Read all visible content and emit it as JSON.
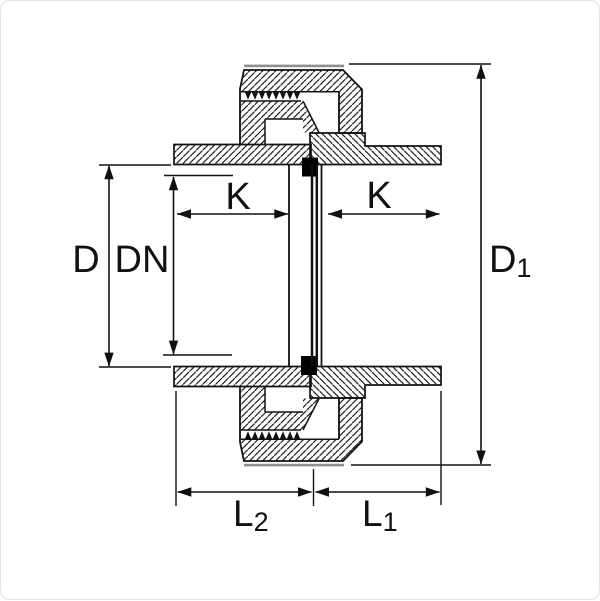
{
  "diagram": {
    "type": "technical-drawing",
    "subject": "pipe union fitting cross-section with dimension annotations",
    "colors": {
      "background": "#ffffff",
      "line": "#111111",
      "hatch": "#1c1c1c",
      "shadow_line": "#8f8f8f",
      "seal": "#000000"
    },
    "dimensions": {
      "d": {
        "label": "D"
      },
      "dn": {
        "label": "DN"
      },
      "k_left": {
        "label": "K"
      },
      "k_right": {
        "label": "K"
      },
      "d1": {
        "label": "D",
        "sub": "1"
      },
      "l2": {
        "label": "L",
        "sub": "2"
      },
      "l1": {
        "label": "L",
        "sub": "1"
      }
    }
  }
}
